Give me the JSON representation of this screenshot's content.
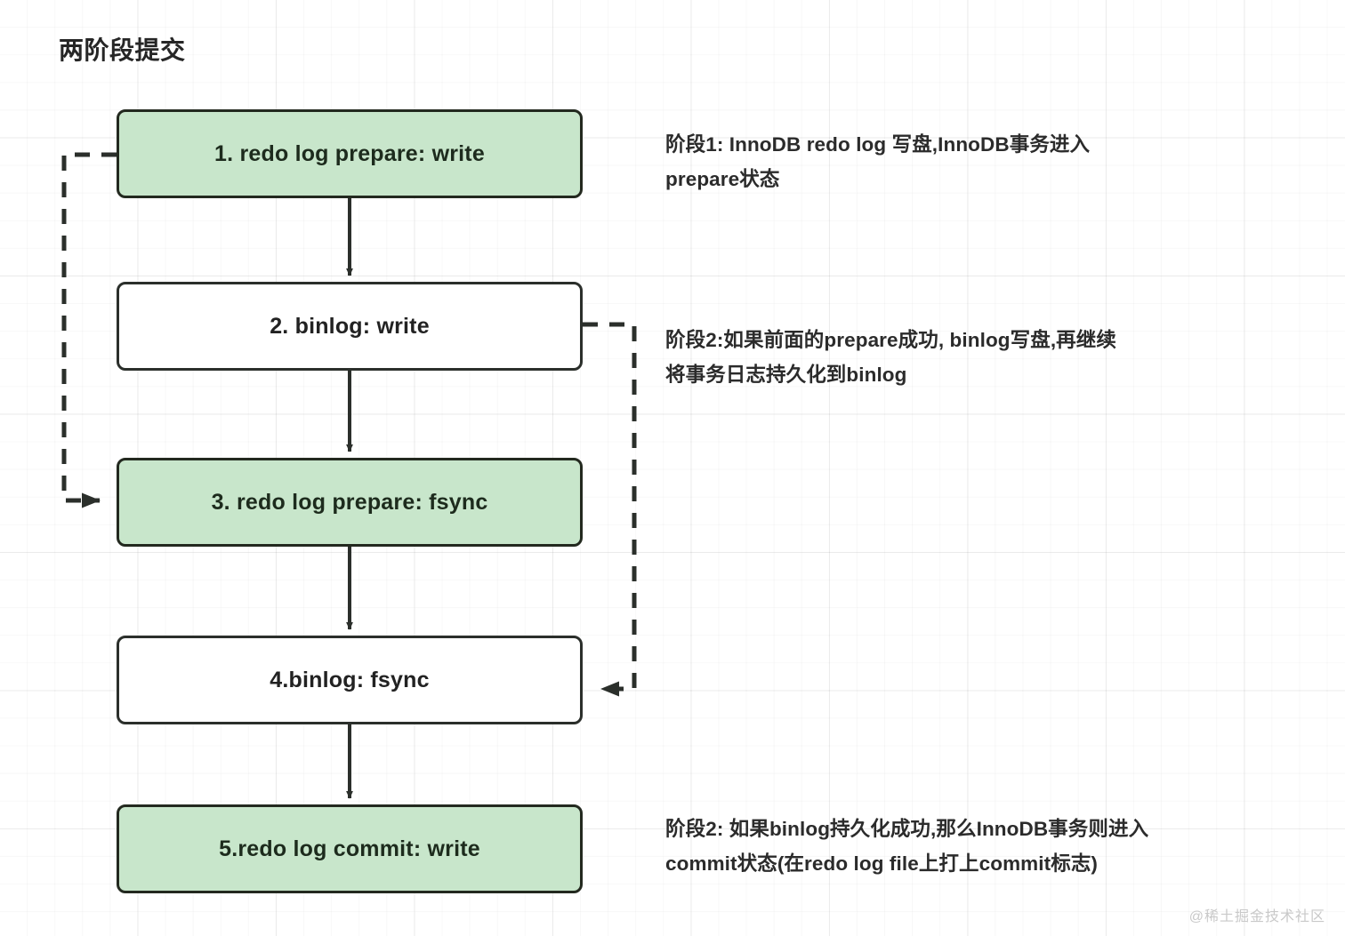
{
  "diagram": {
    "title": "两阶段提交",
    "watermark": "@稀土掘金技术社区",
    "colors": {
      "node_green_fill": "#c8e6cb",
      "node_white_fill": "#ffffff",
      "node_border": "#2b2f2b",
      "text": "#222222",
      "grid_line": "#e8e8e8",
      "watermark": "#c9c9c9"
    },
    "nodes": [
      {
        "id": "node1",
        "label": "1. redo log prepare: write",
        "fill": "green"
      },
      {
        "id": "node2",
        "label": "2. binlog: write",
        "fill": "white"
      },
      {
        "id": "node3",
        "label": "3. redo log prepare: fsync",
        "fill": "green"
      },
      {
        "id": "node4",
        "label": "4.binlog: fsync",
        "fill": "white"
      },
      {
        "id": "node5",
        "label": "5.redo log commit: write",
        "fill": "green"
      }
    ],
    "edges": [
      {
        "from": "node1",
        "to": "node2",
        "style": "solid",
        "direction": "down"
      },
      {
        "from": "node2",
        "to": "node3",
        "style": "solid",
        "direction": "down"
      },
      {
        "from": "node3",
        "to": "node4",
        "style": "solid",
        "direction": "down"
      },
      {
        "from": "node4",
        "to": "node5",
        "style": "solid",
        "direction": "down"
      },
      {
        "from": "node1",
        "to": "node3",
        "style": "dashed",
        "direction": "left-down-right"
      },
      {
        "from": "node2",
        "to": "node4",
        "style": "dashed",
        "direction": "right-down-left"
      }
    ],
    "notes": [
      {
        "id": "note1",
        "lines": [
          "阶段1:  InnoDB redo log 写盘,InnoDB事务进入",
          "prepare状态"
        ]
      },
      {
        "id": "note2",
        "lines": [
          "阶段2:如果前面的prepare成功, binlog写盘,再继续",
          "将事务日志持久化到binlog"
        ]
      },
      {
        "id": "note3",
        "lines": [
          "阶段2: 如果binlog持久化成功,那么InnoDB事务则进入",
          "commit状态(在redo log file上打上commit标志)"
        ]
      }
    ]
  }
}
